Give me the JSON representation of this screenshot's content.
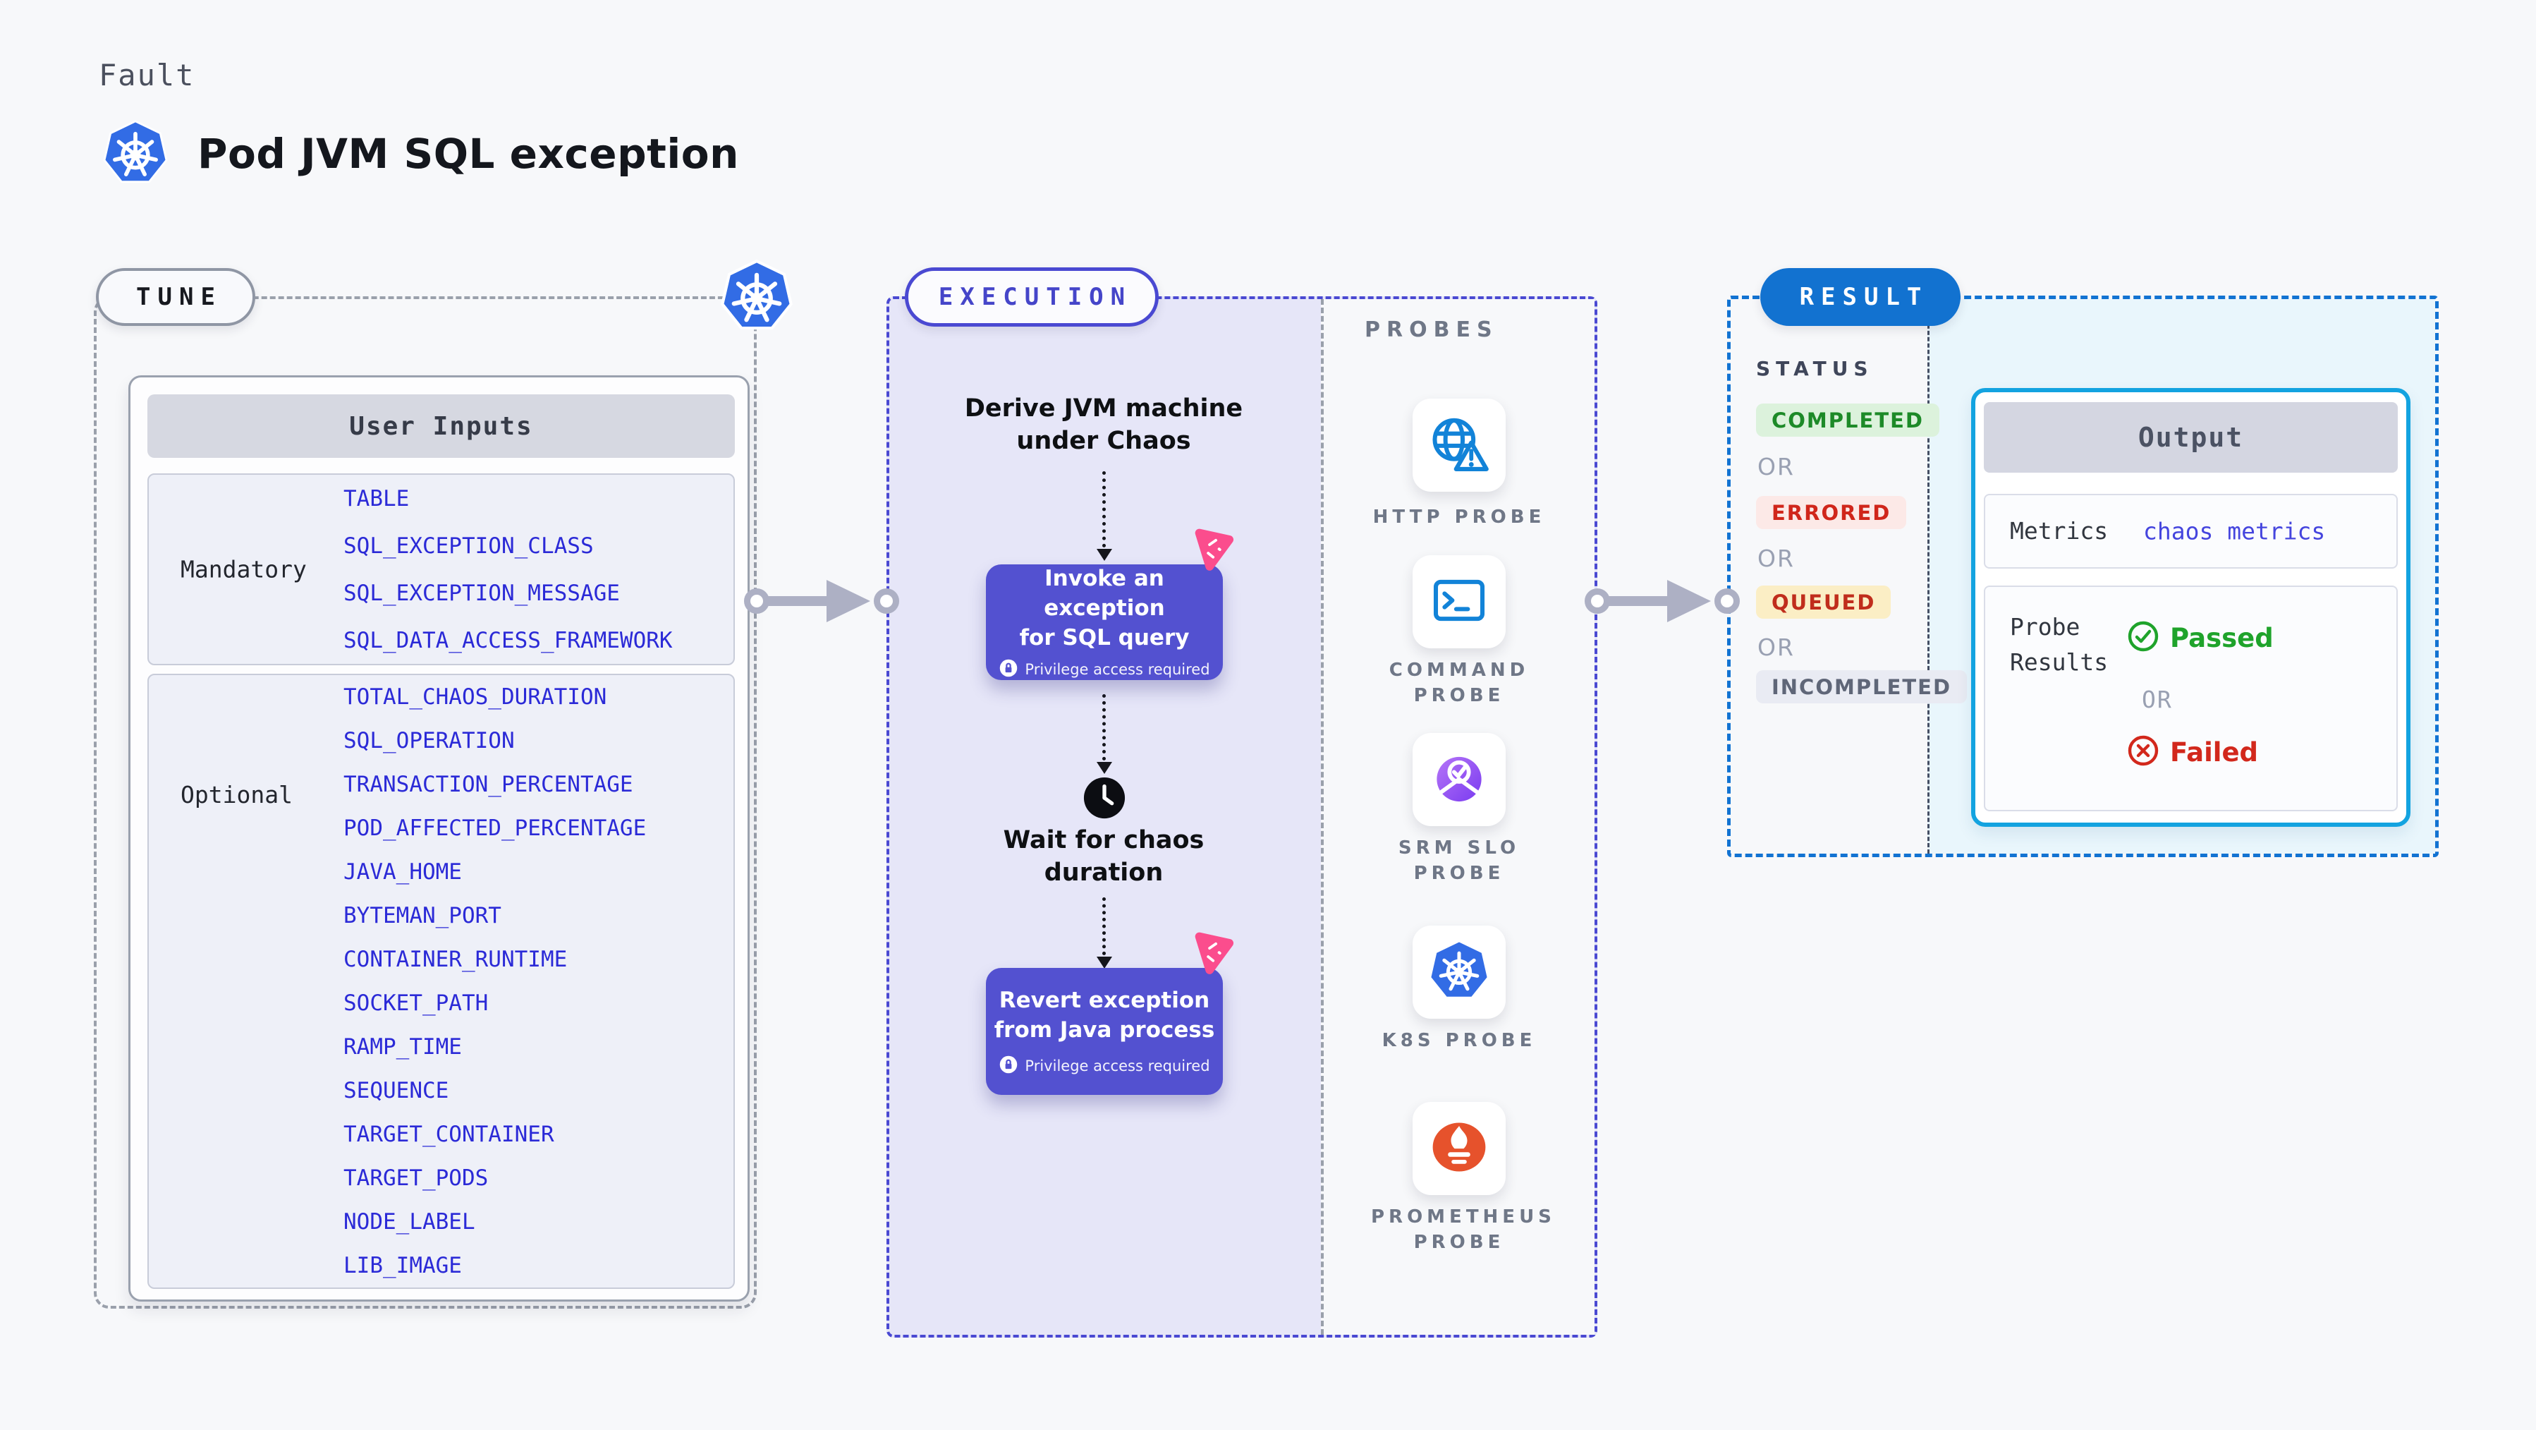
{
  "header": {
    "kicker": "Fault",
    "title": "Pod JVM SQL exception"
  },
  "tune": {
    "badge": "TUNE",
    "card": {
      "title": "User Inputs",
      "mandatory": {
        "label": "Mandatory",
        "items": [
          "TABLE",
          "SQL_EXCEPTION_CLASS",
          "SQL_EXCEPTION_MESSAGE",
          "SQL_DATA_ACCESS_FRAMEWORK"
        ]
      },
      "optional": {
        "label": "Optional",
        "items": [
          "TOTAL_CHAOS_DURATION",
          "SQL_OPERATION",
          "TRANSACTION_PERCENTAGE",
          "POD_AFFECTED_PERCENTAGE",
          "JAVA_HOME",
          "BYTEMAN_PORT",
          "CONTAINER_RUNTIME",
          "SOCKET_PATH",
          "RAMP_TIME",
          "SEQUENCE",
          "TARGET_CONTAINER",
          "TARGET_PODS",
          "NODE_LABEL",
          "LIB_IMAGE"
        ]
      }
    }
  },
  "execution": {
    "badge": "EXECUTION",
    "steps": {
      "derive": {
        "lines": [
          "Derive JVM machine",
          "under Chaos"
        ]
      },
      "invoke": {
        "lines": [
          "Invoke an exception",
          "for SQL query"
        ],
        "note": "Privilege access required"
      },
      "wait": {
        "lines": [
          "Wait for chaos",
          "duration"
        ]
      },
      "revert": {
        "lines": [
          "Revert exception",
          "from Java process"
        ],
        "note": "Privilege access required"
      }
    }
  },
  "probes": {
    "label": "PROBES",
    "items": [
      {
        "icon": "http-probe-icon",
        "label": "HTTP PROBE"
      },
      {
        "icon": "command-probe-icon",
        "label": "COMMAND PROBE"
      },
      {
        "icon": "srm-slo-probe-icon",
        "label": "SRM SLO PROBE"
      },
      {
        "icon": "k8s-probe-icon",
        "label": "K8S PROBE"
      },
      {
        "icon": "prometheus-probe-icon",
        "label": "PROMETHEUS PROBE"
      }
    ]
  },
  "result": {
    "badge": "RESULT",
    "status_label": "STATUS",
    "or_label": "OR",
    "statuses": [
      {
        "label": "COMPLETED",
        "fg": "#1d8a28",
        "bg": "#dcf2dc"
      },
      {
        "label": "ERRORED",
        "fg": "#d0261b",
        "bg": "#fce9e7"
      },
      {
        "label": "QUEUED",
        "fg": "#c02d1c",
        "bg": "#fbeec5"
      },
      {
        "label": "INCOMPLETED",
        "fg": "#5f6678",
        "bg": "#e9ebf3"
      }
    ],
    "output": {
      "title": "Output",
      "metrics_label": "Metrics",
      "metrics_value": "chaos metrics",
      "probe_results_label": "Probe Results",
      "passed_label": "Passed",
      "or_label": "OR",
      "failed_label": "Failed"
    }
  },
  "colors": {
    "page_bg": "#f7f8fa",
    "lavender_bg": "#e6e6f8",
    "indigo_border": "#4a49d2",
    "flow_box_bg": "#5351d0",
    "param_blue": "#2b2ad7",
    "k8s_blue": "#326ce5",
    "grey_dash": "#9aa0ab",
    "arrow_grey": "#adb0c4",
    "result_blue": "#1273d2",
    "output_border_cyan": "#13a3e0",
    "result_cyan_bg": "#e9f6fc",
    "pink_icon": "#fb4d8d",
    "prometheus_orange": "#e6522c",
    "passed_green": "#1fa32b",
    "failed_red": "#d2281c"
  }
}
